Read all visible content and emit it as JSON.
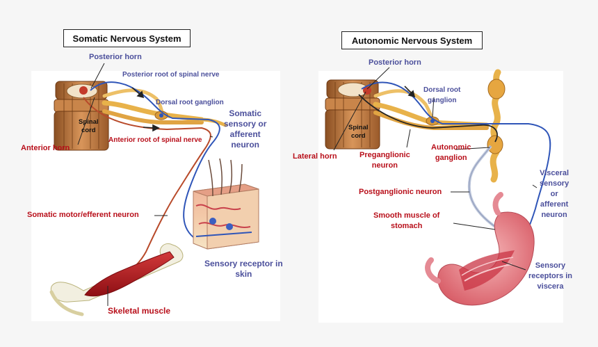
{
  "somatic": {
    "title": "Somatic Nervous System",
    "spinal_cord": [
      "Spinal",
      "cord"
    ],
    "labels": {
      "posterior_horn": "Posterior horn",
      "posterior_root": "Posterior root of spinal nerve",
      "dorsal_root_ganglion": "Dorsal root ganglion",
      "somatic_sensory": [
        "Somatic",
        "sensory or",
        "afferent",
        "neuron"
      ],
      "anterior_horn": "Anterior horn",
      "anterior_root": "Anterior root of spinal nerve",
      "somatic_motor": "Somatic motor/efferent neuron",
      "sensory_receptor": [
        "Sensory receptor in",
        "skin"
      ],
      "skeletal_muscle": "Skeletal muscle"
    }
  },
  "autonomic": {
    "title": "Autonomic Nervous System",
    "spinal_cord": [
      "Spinal",
      "cord"
    ],
    "labels": {
      "posterior_horn": "Posterior horn",
      "dorsal_root_ganglion": [
        "Dorsal root",
        "ganglion"
      ],
      "lateral_horn": "Lateral horn",
      "preganglionic": [
        "Preganglionic",
        "neuron"
      ],
      "autonomic_ganglion": [
        "Autonomic",
        "ganglion"
      ],
      "visceral_sensory": [
        "Visceral",
        "sensory",
        "or",
        "afferent",
        "neuron"
      ],
      "postganglionic": "Postganglionic  neuron",
      "smooth_muscle": [
        "Smooth muscle  of",
        "stomach"
      ],
      "sensory_receptors": [
        "Sensory",
        "receptors in",
        "viscera"
      ]
    }
  },
  "colors": {
    "label_blue": "#4b4f9b",
    "label_red": "#b80f1a",
    "sensory_nerve": "#2f55b8",
    "motor_nerve": "#b84a2a",
    "nerve_yellow": "#e8b24a",
    "cord_brown": "#b8743e",
    "muscle_red": "#b3171f",
    "stomach_pink": "#e9828a"
  }
}
